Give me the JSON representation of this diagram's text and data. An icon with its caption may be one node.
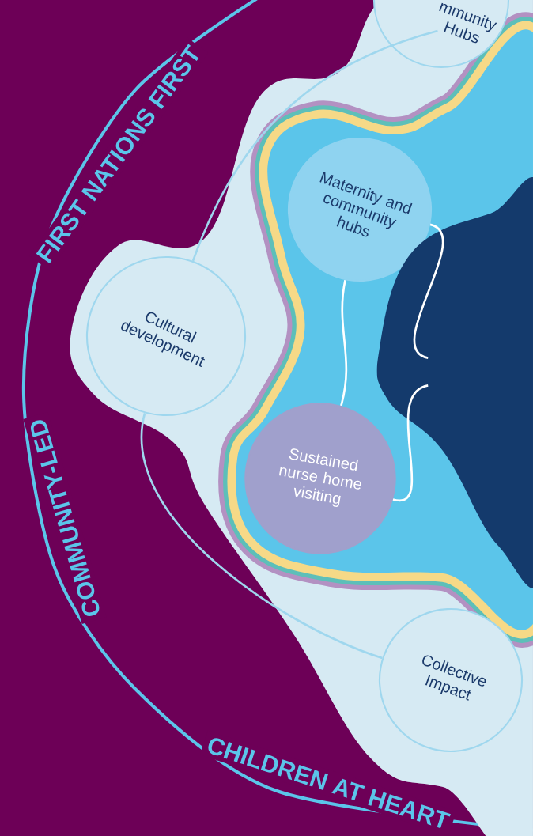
{
  "diagram": {
    "nodes": [
      {
        "text": [
          "mmunity Hubs"
        ]
      },
      {
        "text": [
          "Maternity and community hubs"
        ]
      },
      {
        "text": [],
        "shape": "blob"
      },
      {
        "text": [
          "Cultural development"
        ]
      },
      {
        "text": [
          "Sustained nurse home visiting"
        ]
      },
      {
        "text": [
          "Collective Impact"
        ]
      }
    ],
    "edges": [
      {
        "from": 1,
        "to": 2,
        "arrow": "none"
      },
      {
        "from": 1,
        "to": 4,
        "arrow": "none"
      },
      {
        "from": 4,
        "to": 2,
        "arrow": "none"
      },
      {
        "from": 0,
        "to": 3,
        "arrow": "none",
        "color": "#9fd7ee"
      },
      {
        "from": 3,
        "to": 5,
        "arrow": "none",
        "color": "#9fd7ee"
      }
    ],
    "labels": [
      "FIRST NATIONS FIRST",
      "COMMUNITY-LED",
      "CHILDREN AT HEART"
    ]
  }
}
